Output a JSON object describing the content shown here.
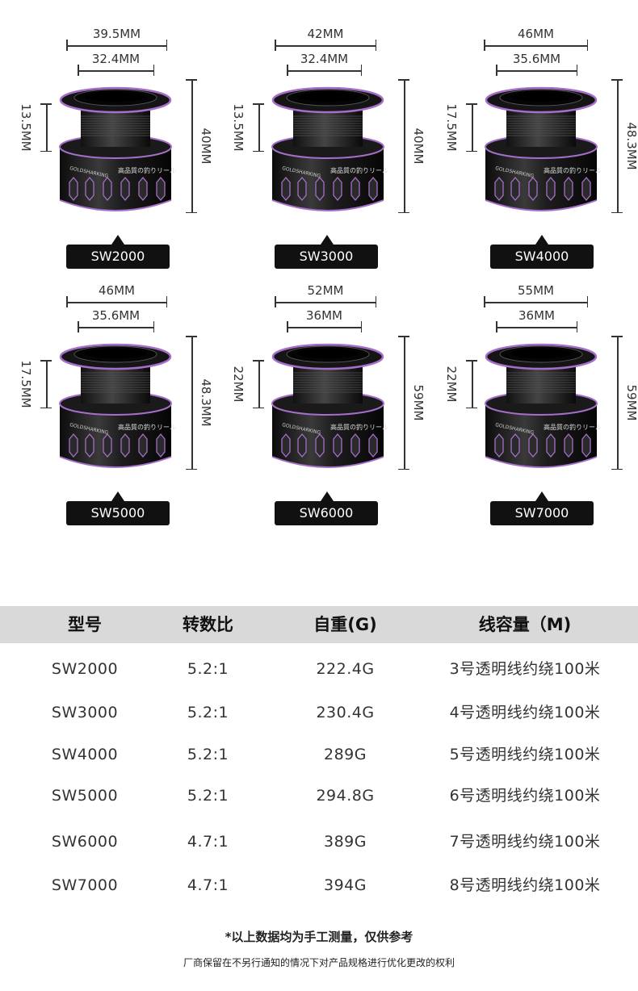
{
  "products": [
    {
      "model": "SW2000",
      "outer": "39.5MM",
      "inner": "32.4MM",
      "depth": "13.5MM",
      "height": "40MM"
    },
    {
      "model": "SW3000",
      "outer": "42MM",
      "inner": "32.4MM",
      "depth": "13.5MM",
      "height": "40MM"
    },
    {
      "model": "SW4000",
      "outer": "46MM",
      "inner": "35.6MM",
      "depth": "17.5MM",
      "height": "48.3MM"
    },
    {
      "model": "SW5000",
      "outer": "46MM",
      "inner": "35.6MM",
      "depth": "17.5MM",
      "height": "48.3MM"
    },
    {
      "model": "SW6000",
      "outer": "52MM",
      "inner": "36MM",
      "depth": "22MM",
      "height": "59MM"
    },
    {
      "model": "SW7000",
      "outer": "55MM",
      "inner": "36MM",
      "depth": "22MM",
      "height": "59MM"
    }
  ],
  "spool": {
    "brand_text": "GOLDSHARKING",
    "jp_text": "高品質の釣りリール"
  },
  "table": {
    "headers": [
      "型号",
      "转数比",
      "自重(G)",
      "线容量（M)"
    ],
    "rows": [
      [
        "SW2000",
        "5.2:1",
        "222.4G",
        "3号透明线约绕100米"
      ],
      [
        "SW3000",
        "5.2:1",
        "230.4G",
        "4号透明线约绕100米"
      ],
      [
        "SW4000",
        "5.2:1",
        "289G",
        "5号透明线约绕100米"
      ],
      [
        "SW5000",
        "5.2:1",
        "294.8G",
        "6号透明线约绕100米"
      ],
      [
        "SW6000",
        "4.7:1",
        "389G",
        "7号透明线约绕100米"
      ],
      [
        "SW7000",
        "4.7:1",
        "394G",
        "8号透明线约绕100米"
      ]
    ]
  },
  "notes": {
    "line1": "*以上数据均为手工测量，仅供参考",
    "line2": "厂商保留在不另行通知的情况下对产品规格进行优化更改的权利"
  },
  "colors": {
    "accent": "#a56fc9",
    "badge": "#111111",
    "header_bg": "#d9d9d9"
  }
}
